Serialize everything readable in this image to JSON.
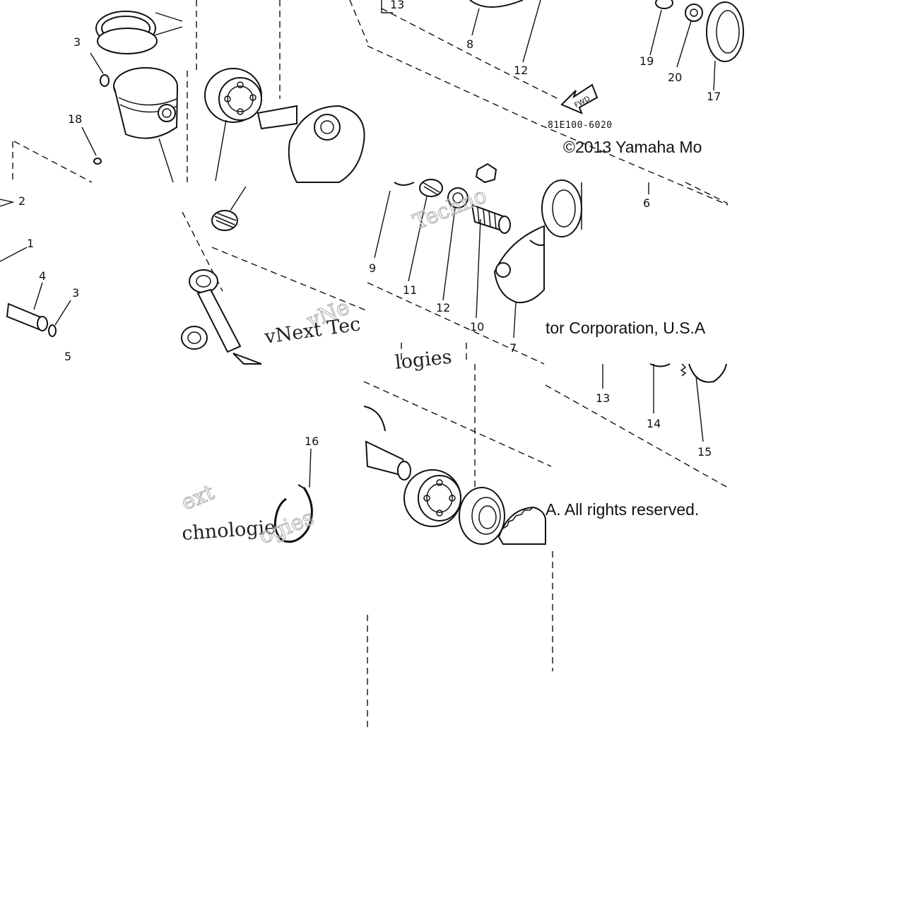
{
  "diagram": {
    "part_code": "81E100-6020",
    "fwd_label": "FWD",
    "copyright": {
      "part1": "©2013 Yamaha Mo",
      "part2": "tor Corporation, U.S.A",
      "part3": "A. All rights reserved."
    },
    "watermark": {
      "a": "Techno",
      "b": "vNe",
      "c": "vNext Tec",
      "d": "logies",
      "e": "ext",
      "f": "chnologie",
      "g": "ogies"
    },
    "callouts": {
      "c13_top": "13",
      "c8": "8",
      "c12_top": "12",
      "c19": "19",
      "c20": "20",
      "c17": "17",
      "c3_top": "3",
      "c18": "18",
      "c2": "2",
      "c1": "1",
      "c4": "4",
      "c3_bot": "3",
      "c5": "5",
      "c9": "9",
      "c11": "11",
      "c12_mid": "12",
      "c10": "10",
      "c7": "7",
      "c6": "6",
      "c13_right": "13",
      "c14": "14",
      "c15": "15",
      "c16": "16"
    }
  }
}
